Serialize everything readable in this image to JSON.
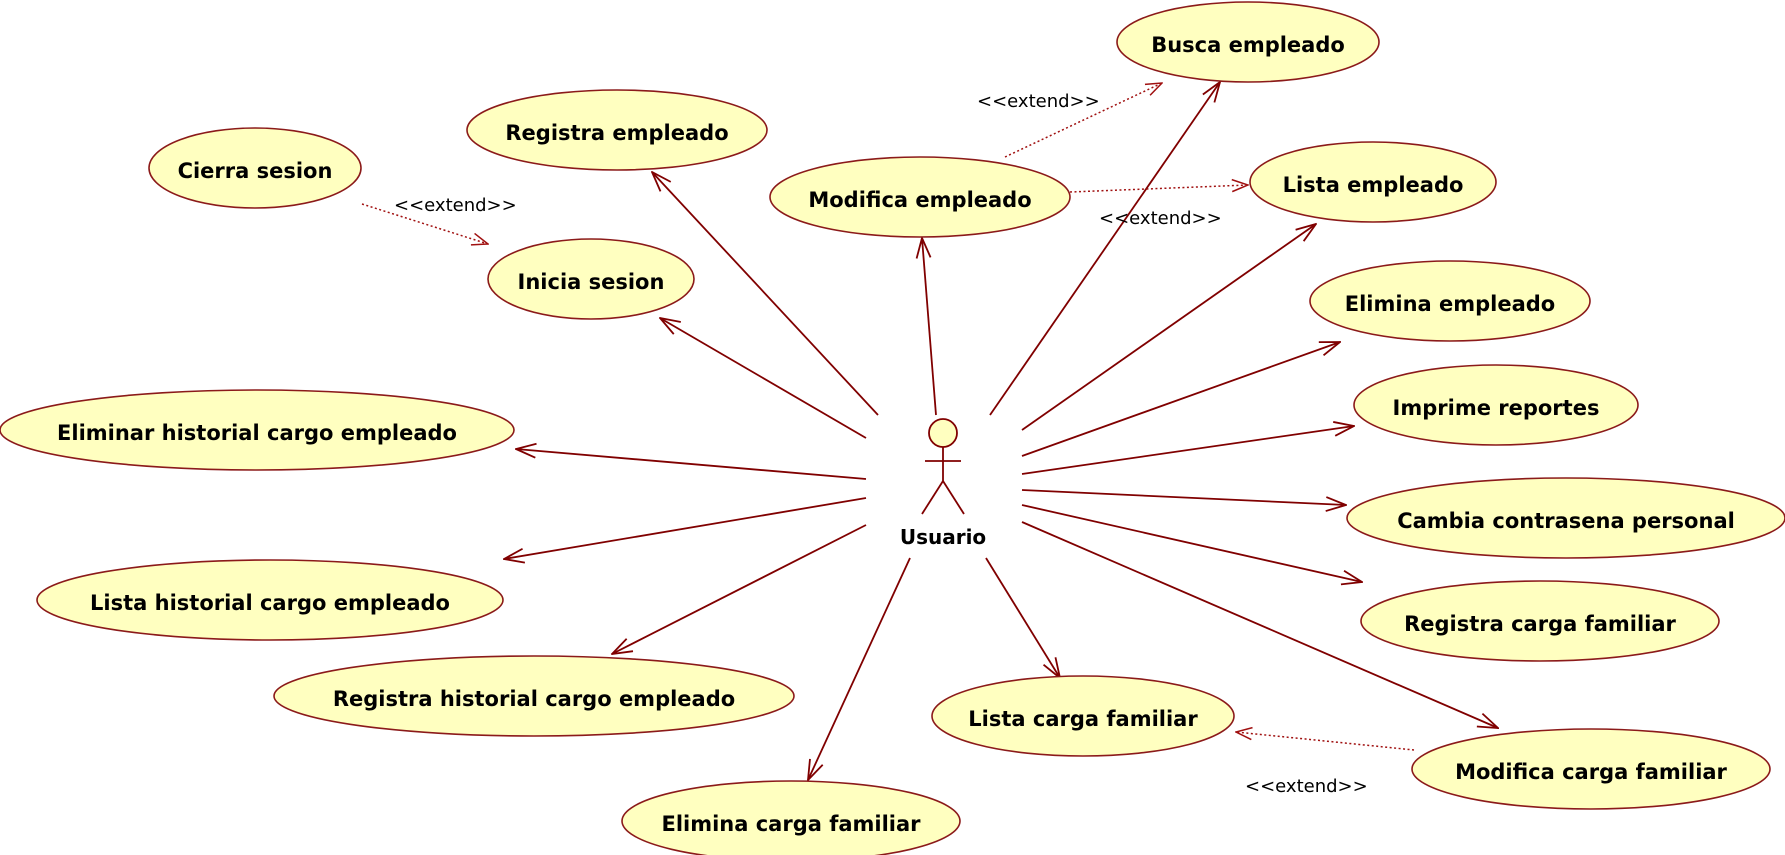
{
  "actor": {
    "name": "Usuario"
  },
  "use_cases": {
    "busca_empleado": "Busca empleado",
    "registra_empleado": "Registra empleado",
    "cierra_sesion": "Cierra sesion",
    "modifica_empleado": "Modifica empleado",
    "lista_empleado": "Lista empleado",
    "inicia_sesion": "Inicia sesion",
    "elimina_empleado": "Elimina empleado",
    "imprime_reportes": "Imprime reportes",
    "eliminar_historial": "Eliminar historial cargo empleado",
    "cambia_contrasena": "Cambia contrasena personal",
    "lista_historial": "Lista historial cargo empleado",
    "registra_carga": "Registra carga familiar",
    "registra_historial": "Registra historial cargo empleado",
    "lista_carga": "Lista carga familiar",
    "modifica_carga": "Modifica carga familiar",
    "elimina_carga": "Elimina carga familiar"
  },
  "extend_labels": {
    "modifica_to_busca": "<<extend>>",
    "modifica_to_lista": "<<extend>>",
    "cierra_to_inicia": "<<extend>>",
    "modifica_carga_to_lista_carga": "<<extend>>"
  },
  "colors": {
    "use_case_fill": "#ffffc0",
    "use_case_stroke": "#8b1a1a",
    "association": "#800000",
    "extend": "#a01010"
  }
}
